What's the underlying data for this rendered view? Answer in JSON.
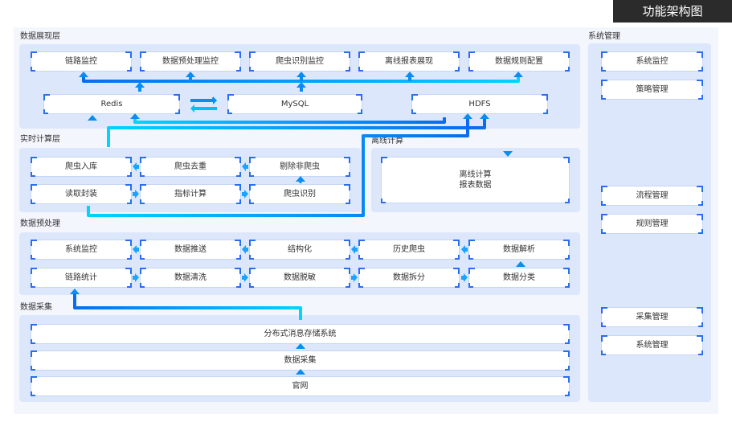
{
  "title": "功能架构图",
  "sections": {
    "presentation": {
      "label": "数据展现层",
      "top_row": [
        "链路监控",
        "数据预处理监控",
        "爬虫识别监控",
        "离线报表展现",
        "数据规则配置"
      ],
      "storage": [
        "Redis",
        "MySQL",
        "HDFS"
      ]
    },
    "realtime": {
      "label": "实时计算层",
      "row1": [
        "爬虫入库",
        "爬虫去重",
        "剔除非爬虫"
      ],
      "row2": [
        "读取封装",
        "指标计算",
        "爬虫识别"
      ]
    },
    "offline": {
      "label": "离线计算",
      "node_line1": "离线计算",
      "node_line2": "报表数据"
    },
    "preprocess": {
      "label": "数据预处理",
      "row1": [
        "系统监控",
        "数据推送",
        "结构化",
        "历史爬虫",
        "数据解析"
      ],
      "row2": [
        "链路统计",
        "数据清洗",
        "数据脱敏",
        "数据拆分",
        "数据分类"
      ]
    },
    "collection": {
      "label": "数据采集",
      "rows": [
        "分布式消息存储系统",
        "数据采集",
        "官网"
      ]
    },
    "system_mgmt": {
      "label": "系统管理",
      "items": [
        "系统监控",
        "策略管理",
        "流程管理",
        "规则管理",
        "采集管理",
        "系统管理"
      ]
    }
  },
  "colors": {
    "accent": "#2a6ef0",
    "flow_start": "#00d4ff",
    "flow_end": "#0a6cf0",
    "panel": "#dde7fb",
    "canvas": "#f3f6fd",
    "badge": "#2b2b2b"
  }
}
